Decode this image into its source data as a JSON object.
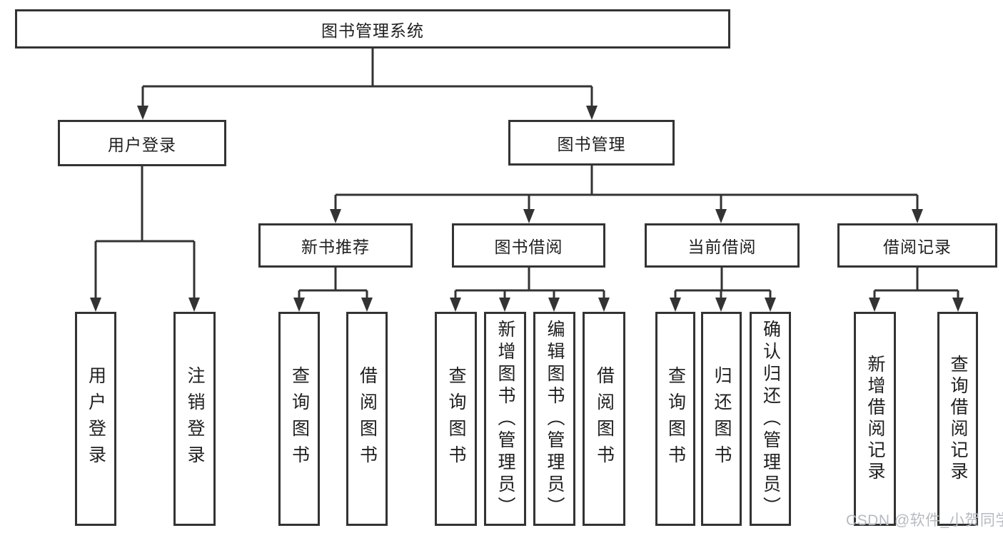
{
  "watermark": "CSDN @软件_小贺同学",
  "colors": {
    "line": "#333333",
    "box_border": "#333333",
    "text": "#1f1f1f",
    "background": "#ffffff",
    "watermark": "#b6bac1"
  },
  "tree": {
    "root": "图书管理系统",
    "branches": [
      {
        "label": "用户登录",
        "children": [
          "用户登录",
          "注销登录"
        ]
      },
      {
        "label": "图书管理",
        "groups": [
          {
            "label": "新书推荐",
            "children": [
              "查询图书",
              "借阅图书"
            ]
          },
          {
            "label": "图书借阅",
            "children": [
              "查询图书",
              "新增图书（管理员）",
              "编辑图书（管理员）",
              "借阅图书"
            ]
          },
          {
            "label": "当前借阅",
            "children": [
              "查询图书",
              "归还图书",
              "确认归还（管理员）"
            ]
          },
          {
            "label": "借阅记录",
            "children": [
              "新增借阅记录",
              "查询借阅记录"
            ]
          }
        ]
      }
    ]
  }
}
